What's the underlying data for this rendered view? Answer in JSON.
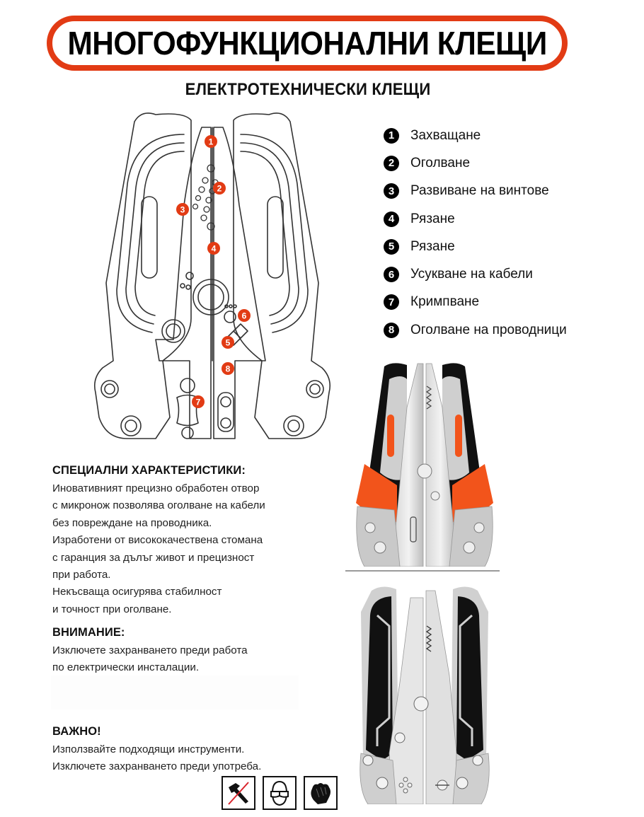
{
  "header": {
    "title": "МНОГОФУНКЦИОНАЛНИ КЛЕЩИ",
    "subtitle": "ЕЛЕКТРОТЕХНИЧЕСКИ КЛЕЩИ"
  },
  "colors": {
    "accent": "#e23b14",
    "text": "#111111",
    "badge_dark": "#000000"
  },
  "diagram": {
    "badges": [
      "1",
      "2",
      "3",
      "4",
      "6",
      "5",
      "8",
      "7"
    ]
  },
  "legend": {
    "items": [
      {
        "num": "1",
        "label": "Захващане"
      },
      {
        "num": "2",
        "label": "Оголване"
      },
      {
        "num": "3",
        "label": "Развиване на винтове"
      },
      {
        "num": "4",
        "label": "Рязане"
      },
      {
        "num": "5",
        "label": "Рязане"
      },
      {
        "num": "6",
        "label": "Усукване на кабели"
      },
      {
        "num": "7",
        "label": "Кримпване"
      },
      {
        "num": "8",
        "label": "Оголване на проводници"
      }
    ]
  },
  "features": {
    "heading": "СПЕЦИАЛНИ ХАРАКТЕРИСТИКИ:",
    "lines": [
      "Иновативният прецизно обработен отвор",
      "с микронож позволява оголване на кабели",
      "без повреждане на проводника.",
      "Изработени от висококачествена стомана",
      "с гаранция за дълъг живот и прецизност",
      "при работа.",
      "Некъсваща осигурява стабилност",
      "и точност при оголване."
    ]
  },
  "warning": {
    "heading": "ВНИМАНИЕ:",
    "lines": [
      "Изключете захранването преди работа",
      "по електрически инсталации."
    ]
  },
  "important": {
    "heading": "ВАЖНО!",
    "lines": [
      "Използвайте подходящи инструменти.",
      "Изключете захранването преди употреба."
    ]
  },
  "safety_icons": [
    "no-hammer-icon",
    "safety-goggles-icon",
    "gloves-icon"
  ]
}
